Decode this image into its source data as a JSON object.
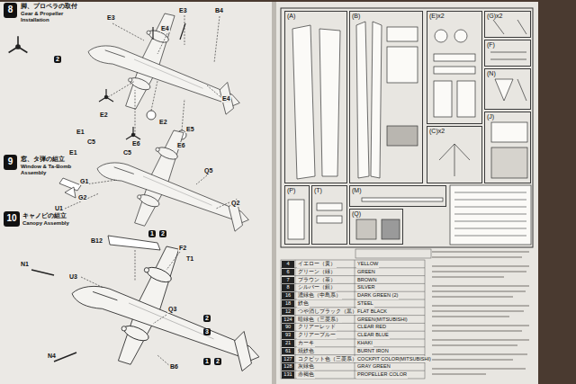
{
  "diagram": {
    "nodes": [
      {
        "text": [
          "8"
        ]
      },
      {
        "text": [
          "9"
        ]
      },
      {
        "text": [
          "10"
        ]
      },
      {
        "text": [
          "(A)"
        ]
      },
      {
        "text": [
          "(B)"
        ]
      },
      {
        "text": [
          "(E)x2"
        ]
      },
      {
        "text": [
          "(G)x2"
        ]
      },
      {
        "text": [
          "(F)"
        ]
      },
      {
        "text": [
          "(N)"
        ]
      },
      {
        "text": [
          "(C)x2"
        ]
      },
      {
        "text": [
          "(J)"
        ]
      },
      {
        "text": [
          "(M)"
        ]
      },
      {
        "text": [
          "(P)"
        ]
      },
      {
        "text": [
          "(T)"
        ]
      },
      {
        "text": [
          "(Q)"
        ]
      }
    ],
    "labels": [
      "脚、プロペラの取付",
      "Gear & Propeller Installation",
      "E3",
      "E4",
      "E3",
      "B4",
      "E4",
      "E2",
      "E1",
      "C5",
      "E6",
      "E2",
      "E5",
      "E6",
      "E1",
      "C5",
      "2",
      "窓、タ弾の組立",
      "Window & Ta-Bomb Assembly",
      "G1",
      "G2",
      "Q5",
      "Q2",
      "U1",
      "キャノピの組立",
      "Canopy Assembly",
      "1",
      "2",
      "B12",
      "F2",
      "T1",
      "N1",
      "U3",
      "Q3",
      "2",
      "3",
      "1",
      "2",
      "N4",
      "B6",
      "4",
      "イエロー（黄）",
      "YELLOW",
      "6",
      "グリーン（緑）",
      "GREEN",
      "7",
      "ブラウン（茶）",
      "BROWN",
      "8",
      "シルバー（銀）",
      "SILVER",
      "16",
      "濃緑色（中島系）",
      "DARK GREEN (2)",
      "18",
      "鉄色",
      "STEEL",
      "12",
      "つや消しブラック（黒）",
      "FLAT BLACK",
      "124",
      "暗緑色（三菱系）",
      "GREEN(MITSUBISHI)",
      "90",
      "クリアーレッド",
      "CLEAR RED",
      "93",
      "クリアーブルー",
      "CLEAR BLUE",
      "21",
      "カーキ",
      "KHAKI",
      "61",
      "焼鉄色",
      "BURNT IRON",
      "127",
      "コクピット色（三菱系）",
      "COCKPIT COLOR(MITSUBISHI)",
      "128",
      "灰緑色",
      "GRAY GREEN",
      "131",
      "赤褐色",
      "PROPELLER COLOR"
    ]
  }
}
